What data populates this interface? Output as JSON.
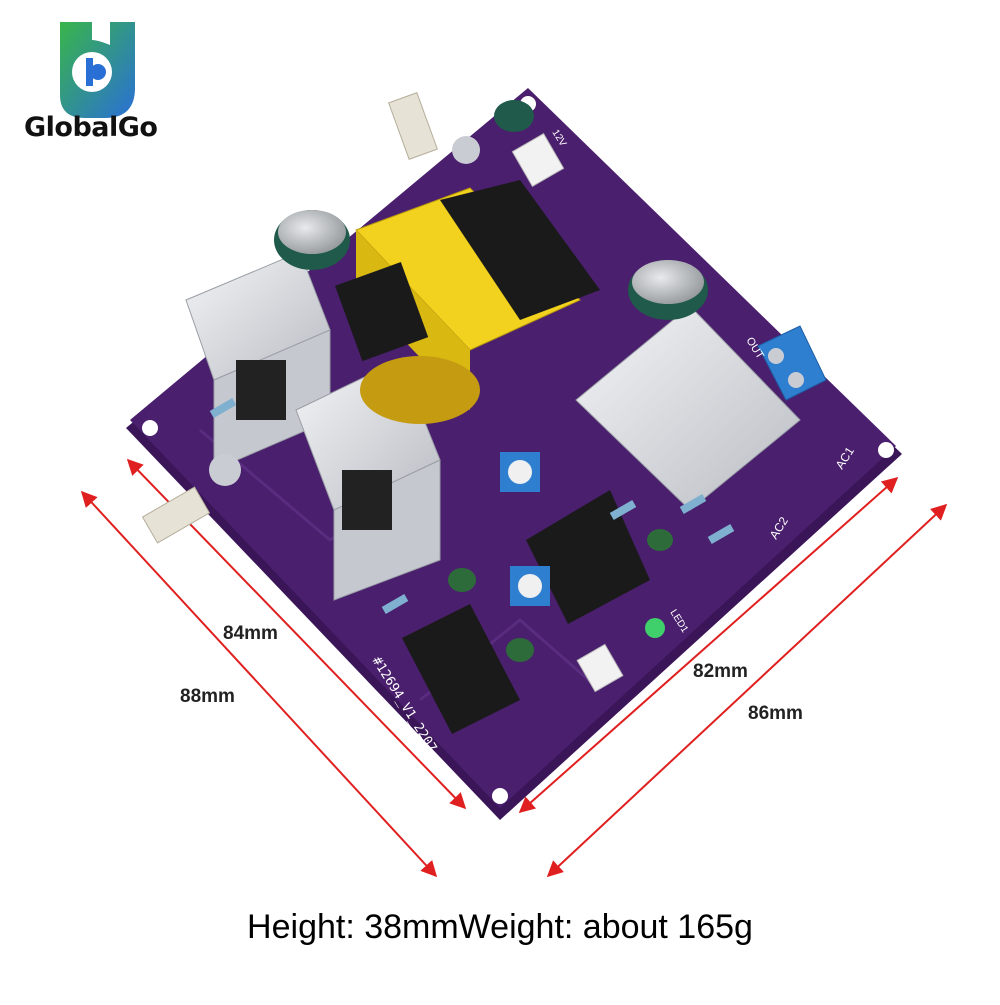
{
  "brand": {
    "name": "GlobalGo"
  },
  "board": {
    "silkscreen_id": "#12694_V1_2207",
    "labels": [
      "AC1",
      "AC2",
      "OUT",
      "LED1",
      "12V"
    ]
  },
  "dimensions": {
    "inner_left": "84mm",
    "outer_left": "88mm",
    "inner_right": "82mm",
    "outer_right": "86mm"
  },
  "caption": "Height: 38mmWeight: about 165g",
  "colors": {
    "pcb": "#4a1f6e",
    "pcb_edge": "#3a1558",
    "dimension_line": "#e02020",
    "transformer_core": "#1a1a1a",
    "transformer_bobbin": "#f2d21e",
    "heatsink": "#d9dbe0",
    "terminal_block": "#2f7fd0",
    "logo_blue": "#2a6fd6",
    "logo_green": "#39b54a"
  },
  "icons": [
    "globalgo-logo-icon",
    "dimension-arrow-icon"
  ]
}
